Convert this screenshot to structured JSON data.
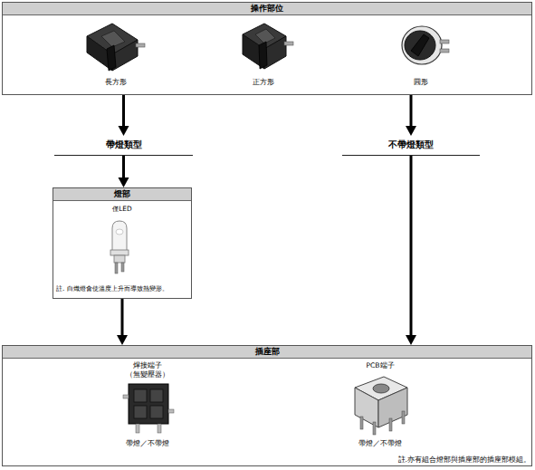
{
  "diagram": {
    "nodes": [
      {
        "text": [
          "操作部位"
        ]
      },
      {
        "text": [
          "帶燈類型"
        ]
      },
      {
        "text": [
          "不帶燈類型"
        ]
      },
      {
        "text": [
          "燈部",
          "僅LED",
          "註. 白熾燈會使溫度上升而導致熱變形。"
        ]
      },
      {
        "text": [
          "插座部"
        ]
      }
    ],
    "edges": [
      {
        "from": 0,
        "to": 1,
        "arrow": "to"
      },
      {
        "from": 1,
        "to": 3,
        "arrow": "to"
      },
      {
        "from": 3,
        "to": 4,
        "arrow": "to"
      },
      {
        "from": 0,
        "to": 2,
        "arrow": "to"
      },
      {
        "from": 2,
        "to": 4,
        "arrow": "to"
      }
    ],
    "labels": [
      "長方形",
      "正方形",
      "圓形",
      "焊接端子 （無變壓器）",
      "帶燈／不帶燈",
      "PCB端子",
      "帶燈／不帶燈",
      "註.亦有組合燈部與插座部的插座部模組。"
    ]
  }
}
